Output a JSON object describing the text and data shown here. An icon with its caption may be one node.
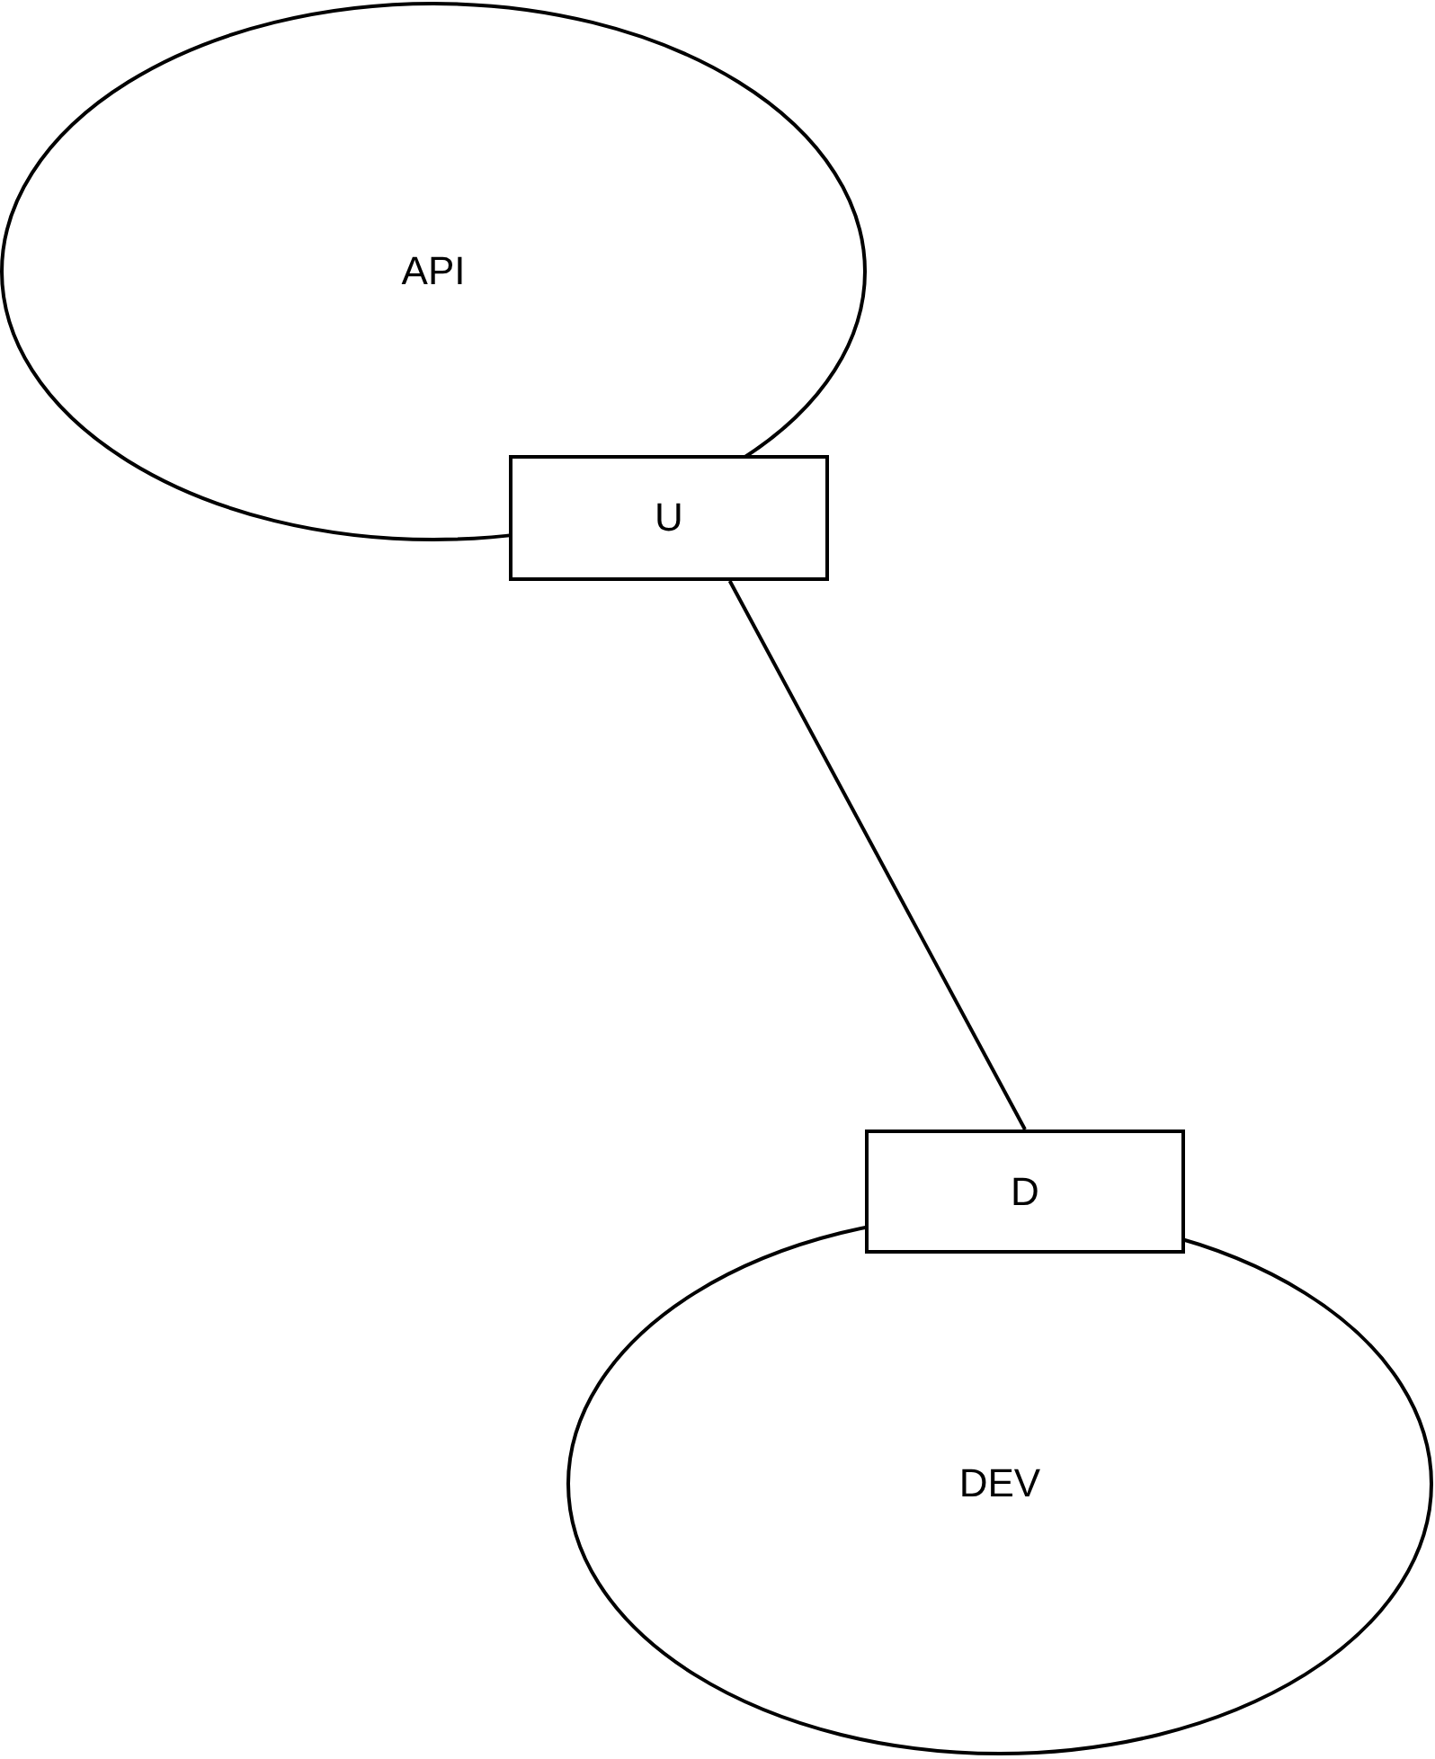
{
  "diagram": {
    "nodes": [
      {
        "text": [
          "API"
        ]
      },
      {
        "text": [
          "U"
        ]
      },
      {
        "text": [
          "DEV"
        ]
      },
      {
        "text": [
          "D"
        ]
      }
    ],
    "edges": [
      {
        "from": 1,
        "to": 3,
        "arrow": "none"
      }
    ]
  }
}
